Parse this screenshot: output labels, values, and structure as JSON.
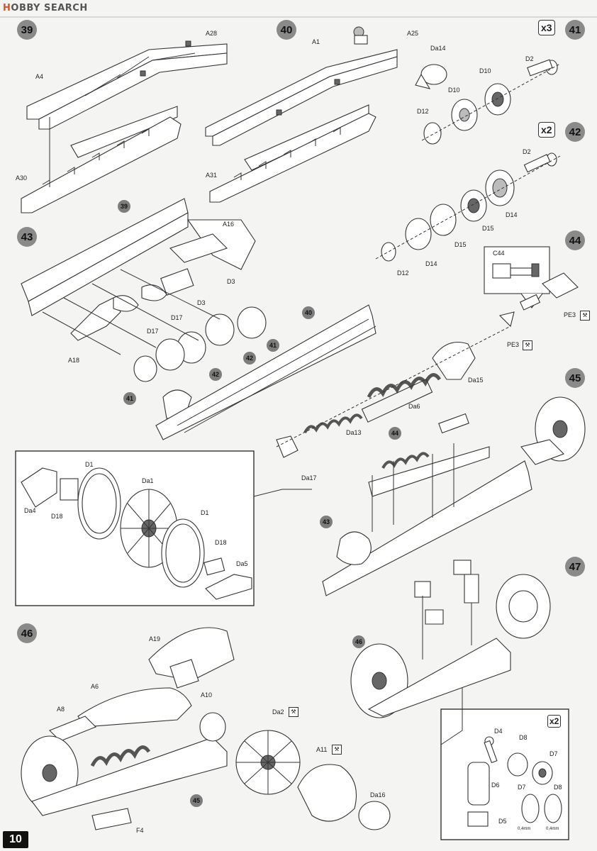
{
  "watermark": {
    "brand_a": "H",
    "brand_b": "OBBY SEARCH"
  },
  "page_number": "10",
  "steps": {
    "s39": "39",
    "s40": "40",
    "s41": "41",
    "s42": "42",
    "s43": "43",
    "s44": "44",
    "s45": "45",
    "s46": "46",
    "s47": "47"
  },
  "multipliers": {
    "m41": "x3",
    "m42": "x2",
    "m47": "x2"
  },
  "refs": {
    "r39": "39",
    "r40": "40",
    "r41a": "41",
    "r41b": "41",
    "r42a": "42",
    "r42b": "42",
    "r44": "44",
    "r43": "43",
    "r46": "46",
    "r45": "45"
  },
  "parts": {
    "A4": "A4",
    "A28": "A28",
    "A30": "A30",
    "A1": "A1",
    "A25": "A25",
    "A31": "A31",
    "Da14": "Da14",
    "D2a": "D2",
    "D10a": "D10",
    "D10b": "D10",
    "D12a": "D12",
    "D2b": "D2",
    "D14a": "D14",
    "D15a": "D15",
    "D15b": "D15",
    "D14b": "D14",
    "D12b": "D12",
    "A16": "A16",
    "D3a": "D3",
    "D3b": "D3",
    "D17a": "D17",
    "D17b": "D17",
    "A18": "A18",
    "C44": "C44",
    "PE3a": "PE3",
    "PE3b": "PE3",
    "Da15": "Da15",
    "Da6": "Da6",
    "Da13": "Da13",
    "Da17": "Da17",
    "D1a": "D1",
    "Da1": "Da1",
    "D1b": "D1",
    "Da4": "Da4",
    "D18a": "D18",
    "D18b": "D18",
    "Da5": "Da5",
    "A19": "A19",
    "A6": "A6",
    "A8": "A8",
    "A10": "A10",
    "Da2": "Da2",
    "A11": "A11",
    "Da16": "Da16",
    "F4": "F4",
    "D4": "D4",
    "D8a": "D8",
    "D7a": "D7",
    "D6": "D6",
    "D5": "D5",
    "D7b": "D7",
    "D8b": "D8"
  },
  "notes": {
    "mm1": "0,4mm",
    "mm2": "0,4mm"
  }
}
